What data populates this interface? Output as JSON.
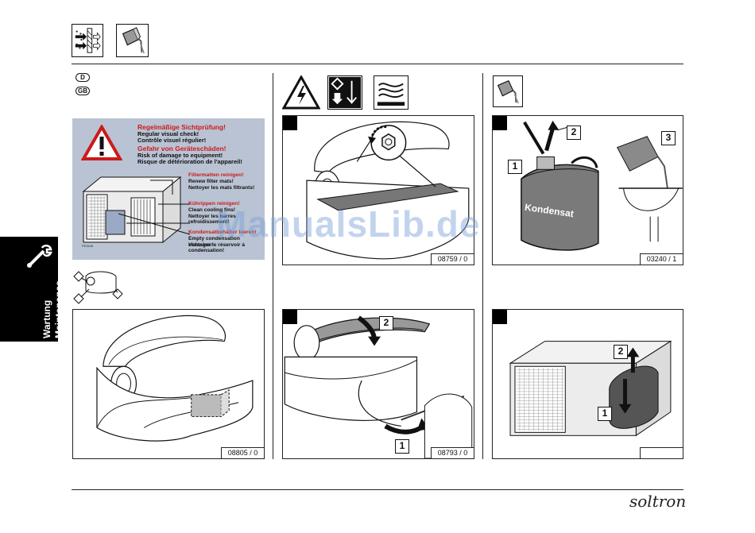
{
  "language_badges": [
    "D",
    "GB"
  ],
  "side_tab": {
    "line1": "Wartung",
    "line2": "Maintenance"
  },
  "label_panel": {
    "title_red_1": "Regelmäßige Sichtprüfung!",
    "line_1": "Regular visual check!",
    "line_2": "Contrôle visuel régulier!",
    "title_red_2": "Gefahr von Geräteschäden!",
    "line_3": "Risk of damage to equipment!",
    "line_4": "Risque de détérioration de l'appareil!",
    "item1_red": "Filtermatten reinigen!",
    "item1_a": "Renew filter mats!",
    "item1_b": "Nettoyer les mats filtrants!",
    "item2_red": "Kührippen reinigen!",
    "item2_a": "Clean cooling fins!",
    "item2_b": "Nettoyer les barres",
    "item2_c": "refroidissement!",
    "item3_red": "Kondensatbehälter leeren!",
    "item3_a": "Empty condensation container!",
    "item3_b": "Vidanger le réservoir à",
    "item3_c": "condensation!"
  },
  "panels": {
    "p_left_bottom": {
      "ref": "08805 / 0"
    },
    "p_mid_top": {
      "ref": "08759 / 0"
    },
    "p_mid_bottom": {
      "ref": "08793 / 0",
      "step_1": "1",
      "step_2": "2"
    },
    "p_right_top": {
      "ref": "03240 / 1",
      "step_1": "1",
      "step_2": "2",
      "step_3": "3",
      "container_label": "Kondensat"
    },
    "p_right_bottom": {
      "ref": "",
      "step_1": "1",
      "step_2": "2"
    }
  },
  "watermark": "ManualsLib.de",
  "brand": "soltron"
}
